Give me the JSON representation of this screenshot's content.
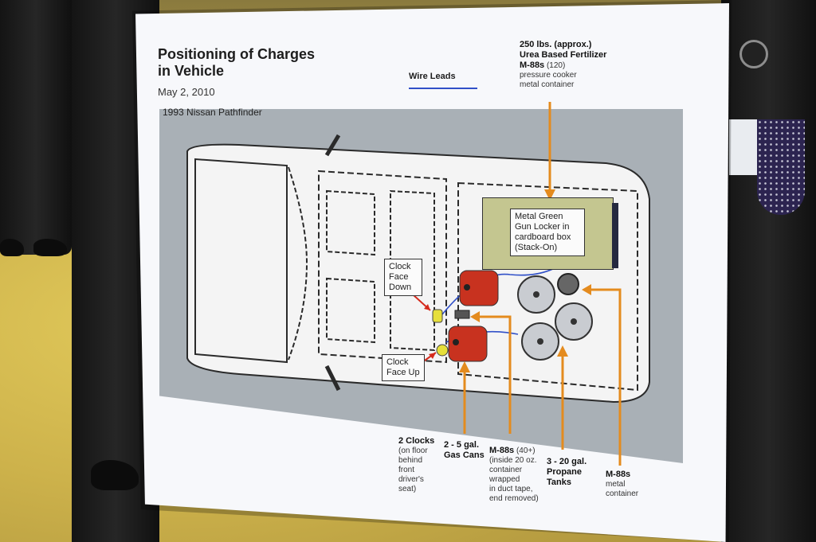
{
  "board": {
    "title_line1": "Positioning of Charges",
    "title_line2": "in Vehicle",
    "date": "May 2, 2010",
    "vehicle": "1993 Nissan Pathfinder",
    "legend": "Wire Leads"
  },
  "labels": {
    "fertilizer_line1": "250 lbs. (approx.)",
    "fertilizer_line2": "Urea Based Fertilizer",
    "fertilizer_line3": "M-88s",
    "fertilizer_count": "(120)",
    "fertilizer_sub1": "pressure cooker",
    "fertilizer_sub2": "metal container",
    "locker_line1": "Metal Green",
    "locker_line2": "Gun Locker in",
    "locker_line3": "cardboard box",
    "locker_line4": "(Stack-On)",
    "clock_down_line1": "Clock",
    "clock_down_line2": "Face",
    "clock_down_line3": "Down",
    "clock_up_line1": "Clock",
    "clock_up_line2": "Face Up",
    "clocks_title": "2 Clocks",
    "clocks_sub1": "(on floor",
    "clocks_sub2": "behind",
    "clocks_sub3": "front",
    "clocks_sub4": "driver's",
    "clocks_sub5": "seat)",
    "gas_title1": "2 - 5 gal.",
    "gas_title2": "Gas Cans",
    "m88_title": "M-88s",
    "m88_count": "(40+)",
    "m88_sub1": "(inside 20 oz.",
    "m88_sub2": "container",
    "m88_sub3": "wrapped",
    "m88_sub4": "in duct tape,",
    "m88_sub5": "end removed)",
    "propane_title1": "3 - 20 gal.",
    "propane_title2": "Propane",
    "propane_title3": "Tanks",
    "m88_metal_title": "M-88s",
    "m88_metal_sub1": "metal",
    "m88_metal_sub2": "container"
  },
  "colors": {
    "arrow": "#e48b1e",
    "red_arrow": "#d52a1c",
    "gas_can": "#c8321f",
    "propane": "#c9ccd1",
    "locker": "#c4c690",
    "wire": "#3050c8"
  }
}
